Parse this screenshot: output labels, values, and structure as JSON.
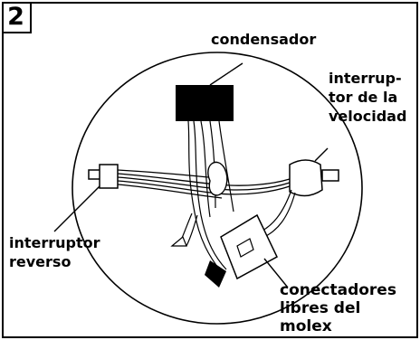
{
  "step_number": "2",
  "labels": {
    "capacitor": "condensador",
    "speed_switch": [
      "interrup-",
      "tor de la",
      "velocidad"
    ],
    "reverse_switch": [
      "interruptor",
      "reverso"
    ],
    "molex_connectors": [
      "conectadores",
      "libres del",
      "molex"
    ]
  }
}
